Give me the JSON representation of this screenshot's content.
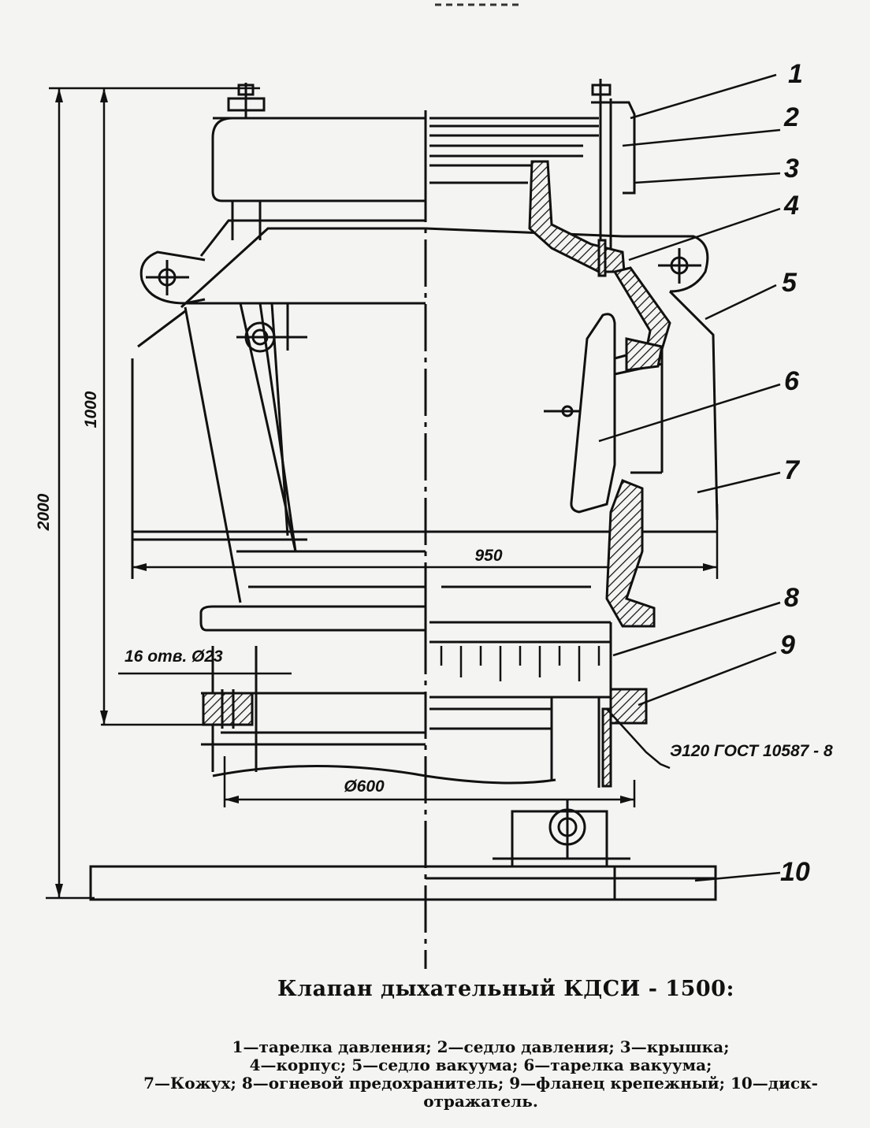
{
  "dimensions": {
    "height_total": "2000",
    "height_upper": "1000",
    "width_950": "950",
    "holes": "16 отв. Ø23",
    "diameter": "Ø600",
    "weld_note": "Э120 ГОСТ 10587 - 8"
  },
  "part_numbers": [
    "1",
    "2",
    "3",
    "4",
    "5",
    "6",
    "7",
    "8",
    "9",
    "10"
  ],
  "caption": {
    "title": "Клапан дыхательный КДСИ - 1500:",
    "legend": [
      "1—тарелка давления;",
      "2—седло давления;",
      "3—крышка;",
      "4—корпус;",
      "5—седло вакуума;",
      "6—тарелка вакуума;",
      "7—Кожух;",
      "8—огневой предохранитель;",
      "9—фланец крепежный;",
      "10—диск-отражатель."
    ]
  }
}
